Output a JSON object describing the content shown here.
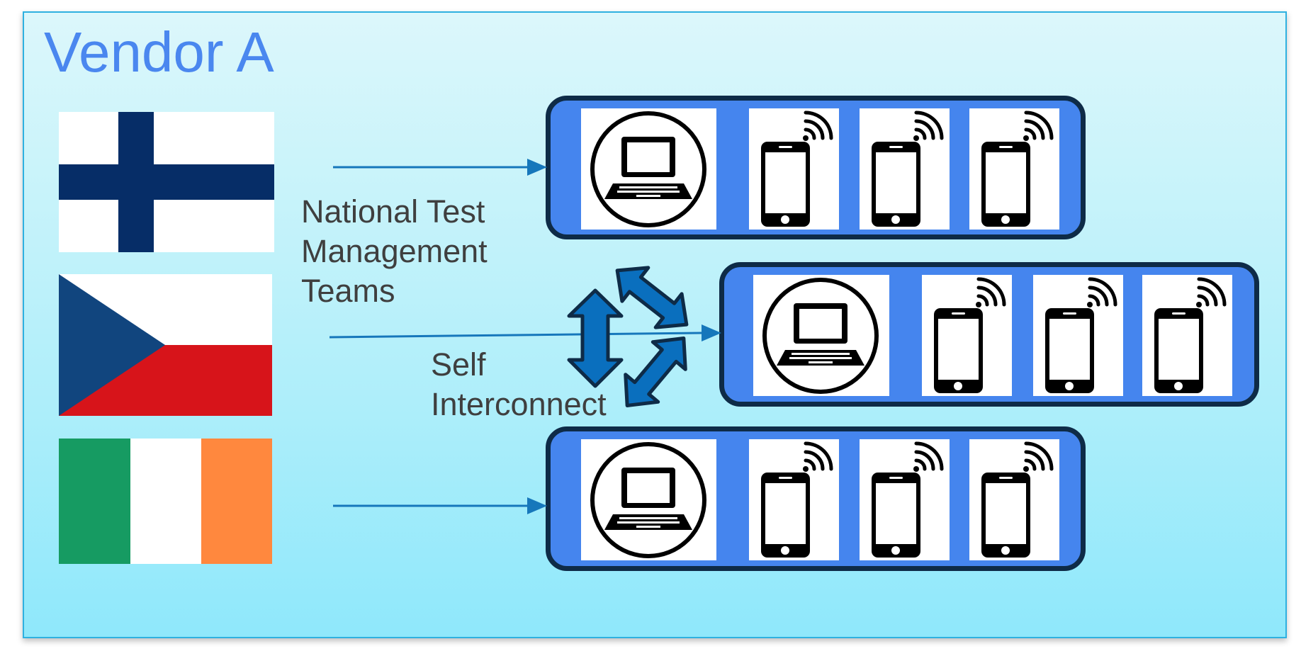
{
  "title": "Vendor A",
  "labels": {
    "national_test": [
      "National Test",
      "Management",
      "Teams"
    ],
    "self_interconnect": [
      "Self",
      "Interconnect"
    ]
  },
  "flags": [
    {
      "country": "Finland",
      "icon": "finland-flag-icon"
    },
    {
      "country": "Czech Republic",
      "icon": "czech-flag-icon"
    },
    {
      "country": "Ireland",
      "icon": "ireland-flag-icon"
    }
  ],
  "test_beds": [
    {
      "devices": [
        "laptop-icon",
        "smartphone-icon",
        "smartphone-icon",
        "smartphone-icon"
      ]
    },
    {
      "devices": [
        "laptop-icon",
        "smartphone-icon",
        "smartphone-icon",
        "smartphone-icon"
      ]
    },
    {
      "devices": [
        "laptop-icon",
        "smartphone-icon",
        "smartphone-icon",
        "smartphone-icon"
      ]
    }
  ],
  "colors": {
    "background_top": "#dcf7fb",
    "background_bottom": "#8fe8fb",
    "title": "#4a87ef",
    "row_fill": "#4585ee",
    "row_border": "#0e2b47",
    "arrow_line": "#1677bb",
    "interconnect_arrows": "#0a6fbe",
    "finland_blue": "#062d67",
    "czech_blue": "#11457e",
    "czech_red": "#d7141a",
    "ireland_green": "#169b62",
    "ireland_orange": "#ff883e"
  }
}
